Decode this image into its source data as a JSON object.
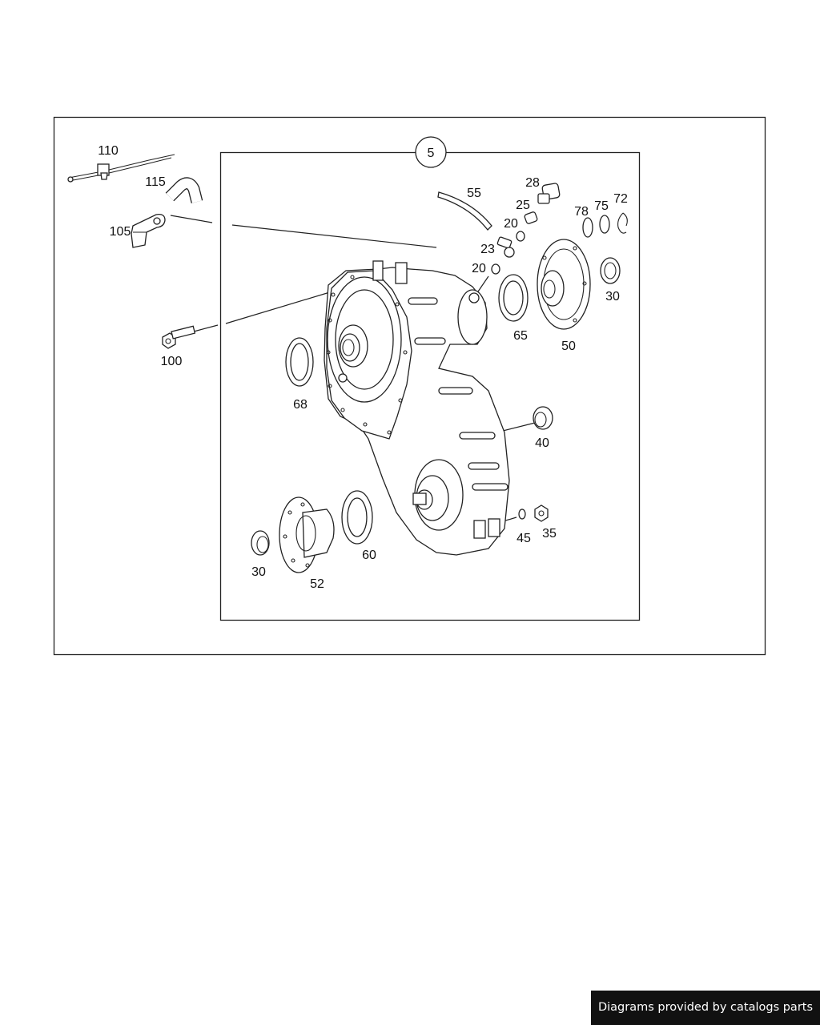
{
  "diagram": {
    "group_number": "5",
    "callouts": [
      {
        "id": "c110",
        "text": "110"
      },
      {
        "id": "c115",
        "text": "115"
      },
      {
        "id": "c105",
        "text": "105"
      },
      {
        "id": "c100",
        "text": "100"
      },
      {
        "id": "c68",
        "text": "68"
      },
      {
        "id": "c55",
        "text": "55"
      },
      {
        "id": "c28",
        "text": "28"
      },
      {
        "id": "c25",
        "text": "25"
      },
      {
        "id": "c20a",
        "text": "20"
      },
      {
        "id": "c23",
        "text": "23"
      },
      {
        "id": "c20b",
        "text": "20"
      },
      {
        "id": "c78",
        "text": "78"
      },
      {
        "id": "c75",
        "text": "75"
      },
      {
        "id": "c72",
        "text": "72"
      },
      {
        "id": "c30a",
        "text": "30"
      },
      {
        "id": "c65",
        "text": "65"
      },
      {
        "id": "c50",
        "text": "50"
      },
      {
        "id": "c40",
        "text": "40"
      },
      {
        "id": "c45",
        "text": "45"
      },
      {
        "id": "c35",
        "text": "35"
      },
      {
        "id": "c60",
        "text": "60"
      },
      {
        "id": "c30b",
        "text": "30"
      },
      {
        "id": "c52",
        "text": "52"
      }
    ]
  },
  "footer": {
    "credit": "Diagrams provided by catalogs parts"
  }
}
